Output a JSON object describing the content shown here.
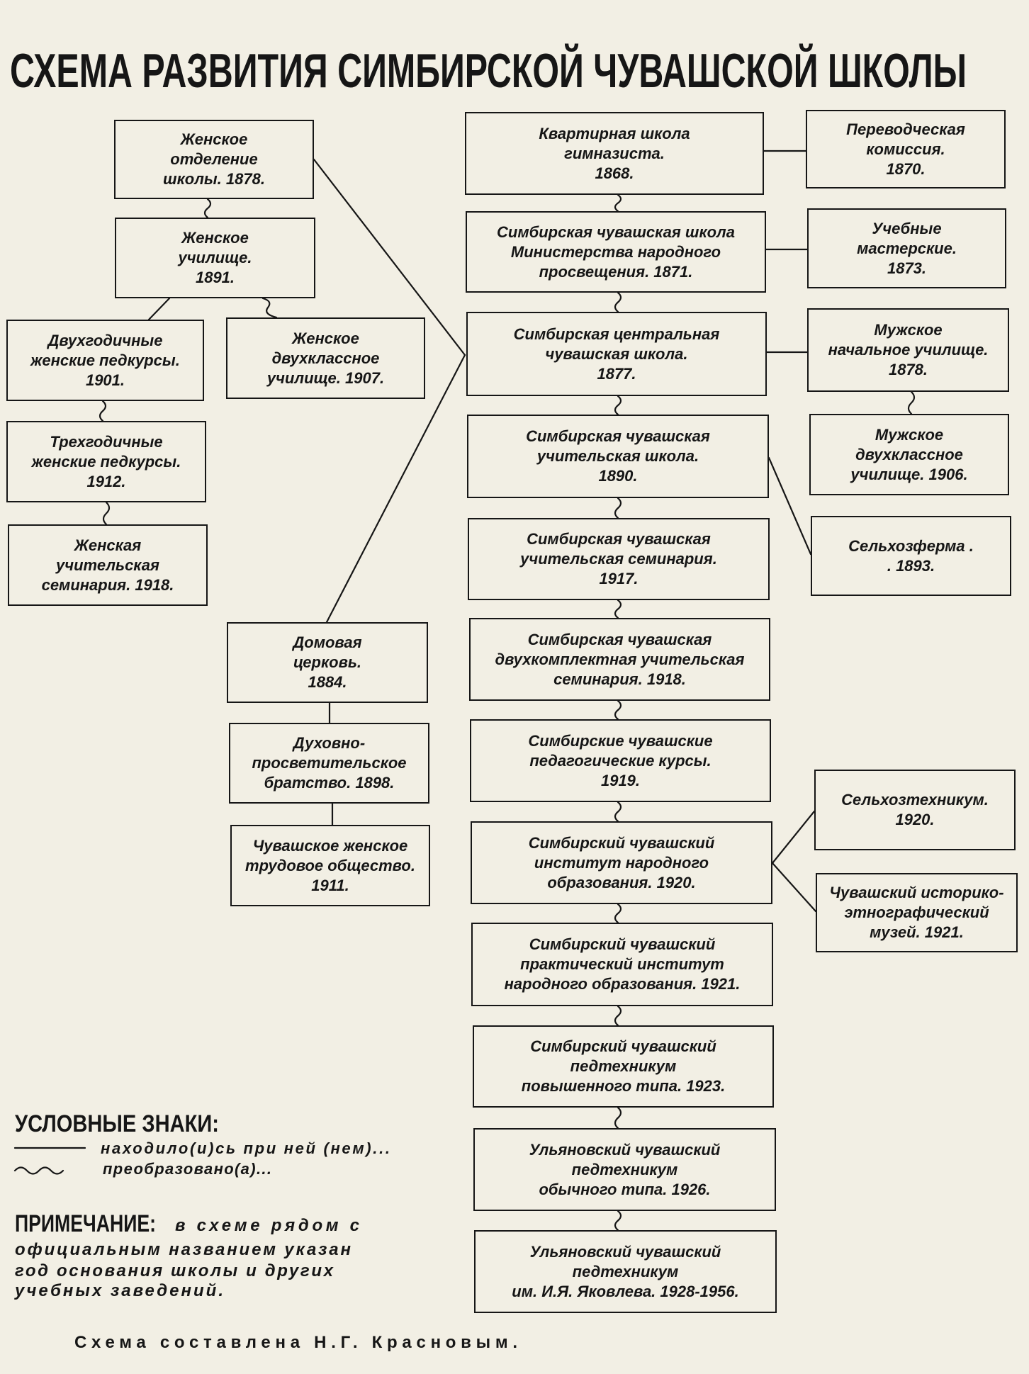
{
  "title": "СХЕМА РАЗВИТИЯ СИМБИРСКОЙ ЧУВАШСКОЙ ШКОЛЫ",
  "left_column": [
    {
      "text": "Женское\nотделение\nшколы. 1878."
    },
    {
      "text": "Женское\nучилище.\n1891."
    },
    {
      "text": "Двухгодичные\nженские педкурсы.\n1901."
    },
    {
      "text": "Женское\nдвухклассное\nучилище. 1907."
    },
    {
      "text": "Трехгодичные\nженские педкурсы.\n1912."
    },
    {
      "text": "Женская\nучительская\nсеминария. 1918."
    },
    {
      "text": "Домовая\nцерковь.\n1884."
    },
    {
      "text": "Духовно-\nпросветительское\nбратство. 1898."
    },
    {
      "text": "Чувашское женское\nтрудовое общество.\n1911."
    }
  ],
  "center_column": [
    {
      "text": "Квартирная школа\nгимназиста.\n1868."
    },
    {
      "text": "Симбирская чувашская школа\nМинистерства народного\nпросвещения. 1871."
    },
    {
      "text": "Симбирская центральная\nчувашская школа.\n1877."
    },
    {
      "text": "Симбирская чувашская\nучительская школа.\n1890."
    },
    {
      "text": "Симбирская чувашская\nучительская семинария.\n1917."
    },
    {
      "text": "Симбирская чувашская\nдвухкомплектная учительская\nсеминария. 1918."
    },
    {
      "text": "Симбирские чувашские\nпедагогические курсы.\n1919."
    },
    {
      "text": "Симбирский чувашский\nинститут народного\nобразования. 1920."
    },
    {
      "text": "Симбирский чувашский\nпрактический институт\nнародного образования. 1921."
    },
    {
      "text": "Симбирский чувашский\nпедтехникум\nповышенного типа. 1923."
    },
    {
      "text": "Ульяновский чувашский\nпедтехникум\nобычного типа. 1926."
    },
    {
      "text": "Ульяновский чувашский\nпедтехникум\nим. И.Я. Яковлева. 1928-1956."
    }
  ],
  "right_column": [
    {
      "text": "Переводческая\nкомиссия.\n1870."
    },
    {
      "text": "Учебные\nмастерские.\n1873."
    },
    {
      "text": "Мужское\nначальное училище.\n1878."
    },
    {
      "text": "Мужское\nдвухклассное\nучилище. 1906."
    },
    {
      "text": "Сельхозферма .\n. 1893."
    },
    {
      "text": "Сельхозтехникум.\n1920."
    },
    {
      "text": "Чувашский историко-\nэтнографический\nмузей. 1921."
    }
  ],
  "legend": {
    "heading": "УСЛОВНЫЕ ЗНАКИ:",
    "items": [
      {
        "text": "находило(и)сь при ней (нем)..."
      },
      {
        "text": "преобразовано(а)..."
      }
    ]
  },
  "note": {
    "label": "ПРИМЕЧАНИЕ:",
    "lines": [
      "в схеме рядом с",
      "официальным названием указан",
      "год основания школы и других",
      "учебных заведений."
    ]
  },
  "credit": "Схема составлена Н.Г. Красновым.",
  "colors": {
    "paper": "#f2efe4",
    "ink": "#161616"
  }
}
